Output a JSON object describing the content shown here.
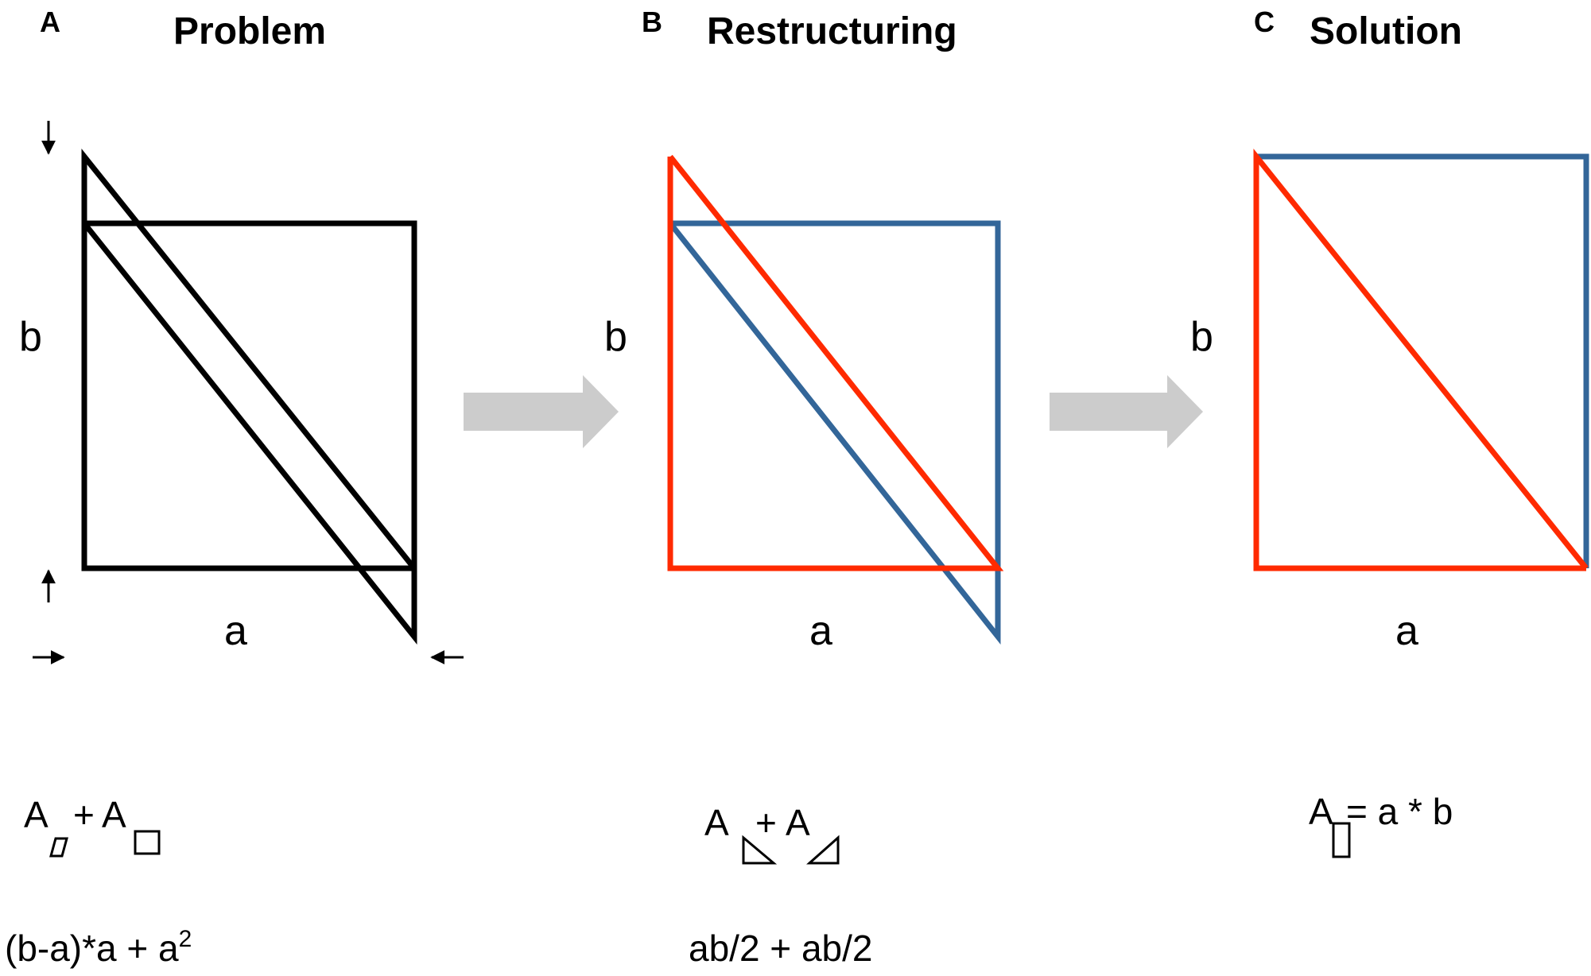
{
  "colors": {
    "black": "#000000",
    "red": "#ff2a00",
    "blue": "#336699",
    "arrow_gray": "#cccccc"
  },
  "panels": [
    {
      "letter": "A",
      "title": "Problem",
      "side_label": "b",
      "bottom_label": "a",
      "formula": {
        "symbol_left": "A",
        "plus": "+",
        "symbol_right": "A"
      },
      "expression": {
        "main": "(b-a)*a + a",
        "exponent": "2"
      }
    },
    {
      "letter": "B",
      "title": "Restructuring",
      "side_label": "b",
      "bottom_label": "a",
      "formula": {
        "symbol_left": "A",
        "plus": "+",
        "symbol_right": "A"
      },
      "expression": {
        "main": "ab/2 + ab/2"
      }
    },
    {
      "letter": "C",
      "title": "Solution",
      "side_label": "b",
      "bottom_label": "a",
      "formula": {
        "symbol": "A",
        "rest": "= a * b"
      }
    }
  ]
}
